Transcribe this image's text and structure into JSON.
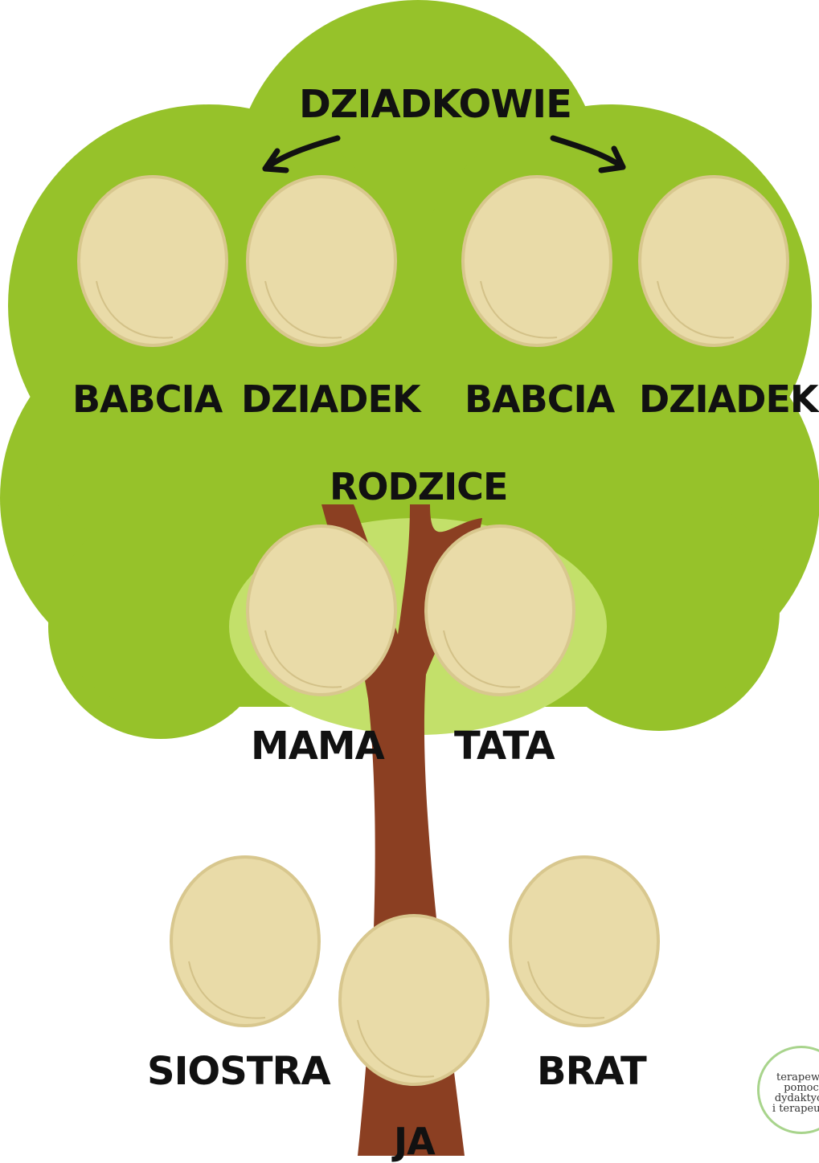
{
  "colors": {
    "foliage_dark": "#96c22a",
    "foliage_light": "#c3e06a",
    "trunk": "#8b3f22",
    "photo_circle": "#e9dba8",
    "photo_circle_edge": "#d8c78e",
    "text": "#111111"
  },
  "labels": {
    "grandparents_heading": "DZIADKOWIE",
    "grandma_left": "BABCIA",
    "grandpa_left": "DZIADEK",
    "grandma_right": "BABCIA",
    "grandpa_right": "DZIADEK",
    "parents_heading": "RODZICE",
    "mom": "MAMA",
    "dad": "TATA",
    "sister": "SIOSTRA",
    "me": "JA",
    "brother": "BRAT"
  },
  "watermark": {
    "line1": "terapewk",
    "line2": "pomoc",
    "line3": "dydaktycz",
    "line4": "i terapeuty"
  },
  "icons": {
    "arrow_left": "curved-arrow-left-icon",
    "arrow_right": "curved-arrow-right-icon"
  }
}
